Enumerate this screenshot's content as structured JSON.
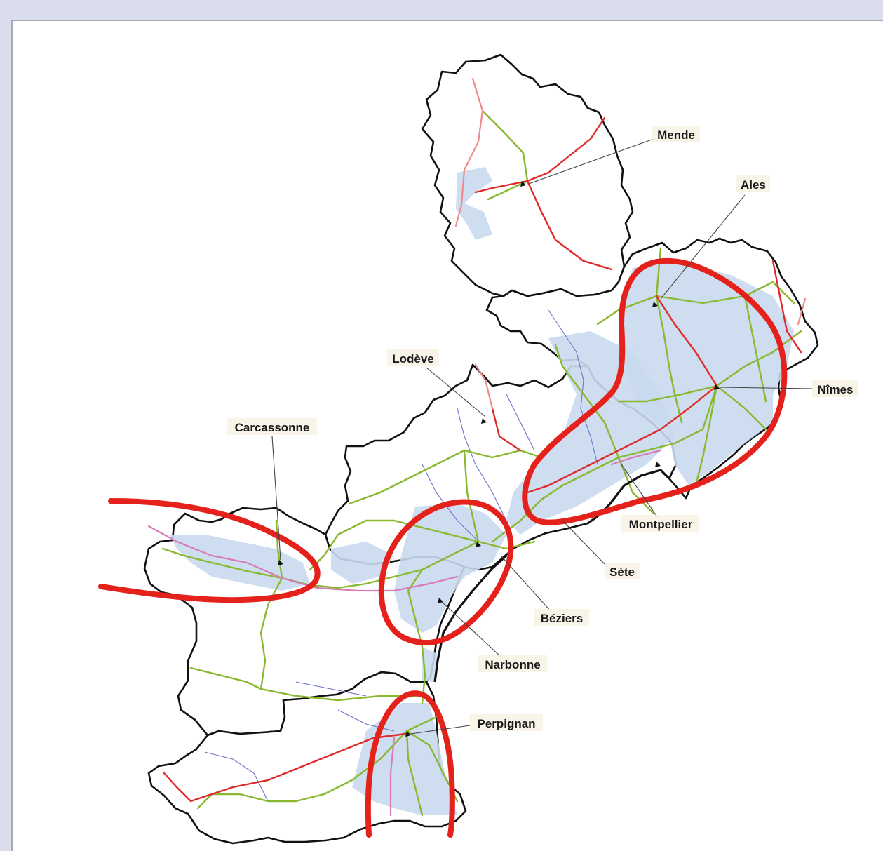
{
  "map": {
    "cities": [
      {
        "id": "mende",
        "name": "Mende"
      },
      {
        "id": "ales",
        "name": "Ales"
      },
      {
        "id": "nimes",
        "name": "Nîmes"
      },
      {
        "id": "lodeve",
        "name": "Lodève"
      },
      {
        "id": "carcassonne",
        "name": "Carcassonne"
      },
      {
        "id": "montpellier",
        "name": "Montpellier"
      },
      {
        "id": "sete",
        "name": "Sète"
      },
      {
        "id": "beziers",
        "name": "Béziers"
      },
      {
        "id": "narbonne",
        "name": "Narbonne"
      },
      {
        "id": "perpignan",
        "name": "Perpignan"
      }
    ],
    "colors": {
      "department_border": "#111111",
      "urban_area": "#c9d9ee",
      "road_green": "#8ab82f",
      "road_red": "#e12a2a",
      "river": "#6a73c9",
      "highlight_zone": "#e4211b"
    }
  }
}
